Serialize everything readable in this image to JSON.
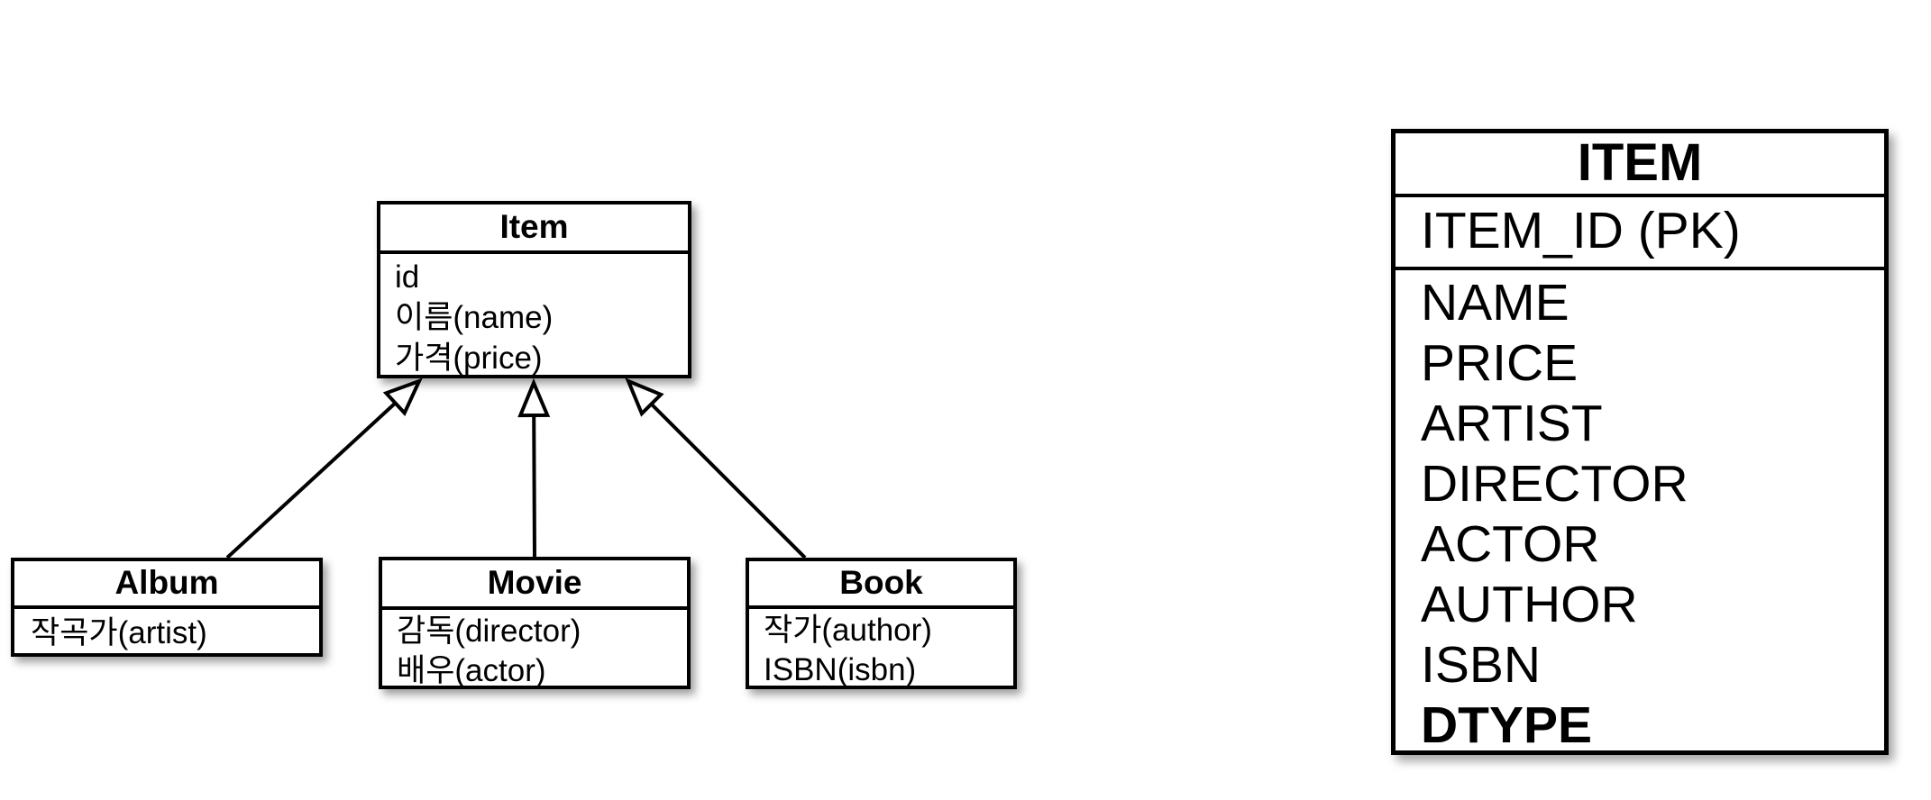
{
  "diagram": {
    "classes": [
      {
        "name": "Item",
        "attributes": [
          "id",
          "이름(name)",
          "가격(price)"
        ]
      },
      {
        "name": "Album",
        "attributes": [
          "작곡가(artist)"
        ]
      },
      {
        "name": "Movie",
        "attributes": [
          "감독(director)",
          "배우(actor)"
        ]
      },
      {
        "name": "Book",
        "attributes": [
          "작가(author)",
          "ISBN(isbn)"
        ]
      }
    ],
    "relations": [
      {
        "from": "Album",
        "to": "Item",
        "type": "generalization"
      },
      {
        "from": "Movie",
        "to": "Item",
        "type": "generalization"
      },
      {
        "from": "Book",
        "to": "Item",
        "type": "generalization"
      }
    ]
  },
  "table": {
    "name": "ITEM",
    "primary_key": "ITEM_ID (PK)",
    "columns": [
      "NAME",
      "PRICE",
      "ARTIST",
      "DIRECTOR",
      "ACTOR",
      "AUTHOR",
      "ISBN",
      "DTYPE"
    ],
    "bold_columns": [
      "DTYPE"
    ]
  },
  "colors": {
    "background": "#ffffff",
    "line": "#000000",
    "text": "#000000",
    "box_fill": "#ffffff"
  }
}
